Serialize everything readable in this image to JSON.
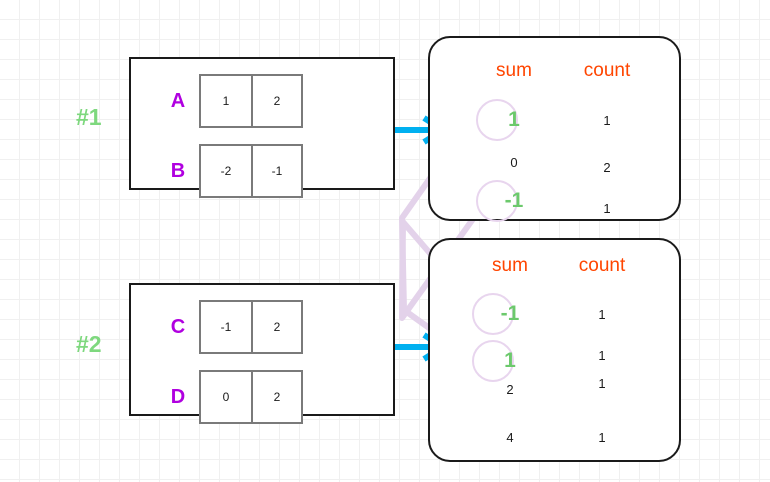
{
  "diagram": {
    "title": "MapReduce partial sums and counts grouping",
    "colors": {
      "group_label": "#7ed87e",
      "row_name": "#b000e0",
      "header": "#ff4500",
      "highlight": "#6cc96c",
      "arrow": "#00b0f0",
      "connector": "#e0cfe8",
      "panel_border": "#1a1a1a",
      "cell_border": "#7a7a7a",
      "grid": "#e6e6e6"
    },
    "groups": [
      {
        "label": "#1",
        "rows": [
          {
            "name": "A",
            "cells": [
              "1",
              "2"
            ]
          },
          {
            "name": "B",
            "cells": [
              "-2",
              "-1"
            ]
          }
        ]
      },
      {
        "label": "#2",
        "rows": [
          {
            "name": "C",
            "cells": [
              "-1",
              "2"
            ]
          },
          {
            "name": "D",
            "cells": [
              "0",
              "2"
            ]
          }
        ]
      }
    ],
    "outputs": [
      {
        "headers": {
          "sum": "sum",
          "count": "count"
        },
        "rows": [
          {
            "sum": "1",
            "count": "1",
            "highlight": true
          },
          {
            "sum": "0",
            "count": "2",
            "highlight": false
          },
          {
            "sum": "-1",
            "count": "1",
            "highlight": true
          }
        ]
      },
      {
        "headers": {
          "sum": "sum",
          "count": "count"
        },
        "rows": [
          {
            "sum": "-1",
            "count": "1",
            "highlight": true
          },
          {
            "sum": "1",
            "count": "1",
            "highlight": true
          },
          {
            "sum": "2",
            "count": "1",
            "highlight": false
          },
          {
            "sum": "4",
            "count": "1",
            "highlight": false
          }
        ]
      }
    ],
    "arrows": [
      {
        "name": "arrow-group1-to-output1"
      },
      {
        "name": "arrow-group2-to-output2"
      }
    ],
    "connectors": [
      {
        "name": "connector-sum1-top-to-sum1-bottom"
      },
      {
        "name": "connector-sumneg1-top-to-sumneg1-bottom"
      }
    ]
  }
}
